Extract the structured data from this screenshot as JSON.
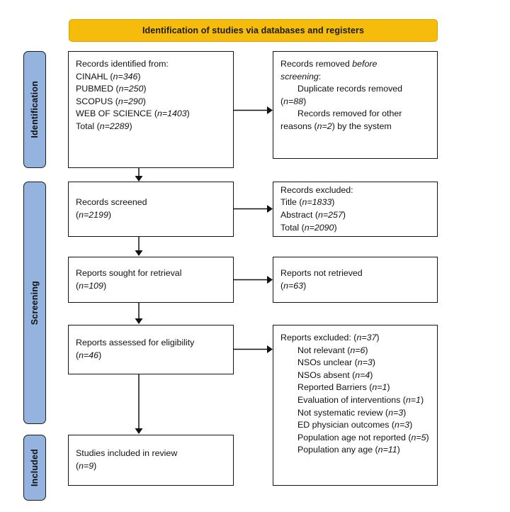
{
  "diagram": {
    "type": "prisma-flow-diagram",
    "banner_title": "Identification of studies via databases and registers",
    "banner_color": "#F5BC0C",
    "stage_color": "#94B3DF",
    "box_border_color": "#141414"
  },
  "stages": [
    {
      "id": "identification",
      "label": "Identification"
    },
    {
      "id": "screening",
      "label": "Screening"
    },
    {
      "id": "included",
      "label": "Included"
    }
  ],
  "boxes": {
    "records_identified": {
      "lines": [
        "Records identified from:",
        "CINAHL (n=346)",
        "PUBMED (n=250)",
        "SCOPUS (n=290)",
        "WEB OF SCIENCE (n=1403)",
        "Total (n=2289)"
      ],
      "l0": "Records identified from:",
      "l1_label": "CINAHL (",
      "l1_n": "n=346",
      "l2_label": "PUBMED (",
      "l2_n": "n=250",
      "l3_label": "SCOPUS (",
      "l3_n": "n=290",
      "l4_label": "WEB OF SCIENCE (",
      "l4_n": "n=1403",
      "l5_label": "Total (",
      "l5_n": "n=2289"
    },
    "records_removed": {
      "l0_a": "Records removed ",
      "l0_b": "before",
      "l1_a": "screening",
      "l1_b": ":",
      "l2": "Duplicate records removed",
      "l3_n": "n=88",
      "l4": "Records removed for other",
      "l5_a": "reasons (",
      "l5_n": "n=2",
      "l5_b": ") by the system"
    },
    "records_screened": {
      "l0": "Records screened",
      "l1_n": "n=2199"
    },
    "records_excluded": {
      "l0": "Records excluded:",
      "l1_label": "Title (",
      "l1_n": "n=1833",
      "l2_label": "Abstract (",
      "l2_n": "n=257",
      "l3_label": "Total (",
      "l3_n": "n=2090"
    },
    "reports_sought": {
      "l0": "Reports sought for retrieval",
      "l1_n": "n=109"
    },
    "reports_not_retrieved": {
      "l0": "Reports not retrieved",
      "l1_n": "n=63"
    },
    "reports_assessed": {
      "l0": "Reports assessed for eligibility",
      "l1_n": "n=46"
    },
    "reports_excluded": {
      "header_label": "Reports excluded: (",
      "header_n": "n=37",
      "reasons": [
        {
          "label": "Not relevant (",
          "n": "n=6"
        },
        {
          "label": "NSOs unclear (",
          "n": "n=3"
        },
        {
          "label": "NSOs absent (",
          "n": "n=4"
        },
        {
          "label": "Reported Barriers (",
          "n": "n=1"
        },
        {
          "label": "Evaluation of interventions (",
          "n": "n=1"
        },
        {
          "label": "Not systematic review (",
          "n": "n=3"
        },
        {
          "label": "ED physician outcomes (",
          "n": "n=3"
        },
        {
          "label": "Population age not reported (",
          "n": "n=5"
        },
        {
          "label": "Population any age (",
          "n": "n=11"
        }
      ]
    },
    "studies_included": {
      "l0": "Studies included in review",
      "l1_n": "n=9"
    }
  }
}
